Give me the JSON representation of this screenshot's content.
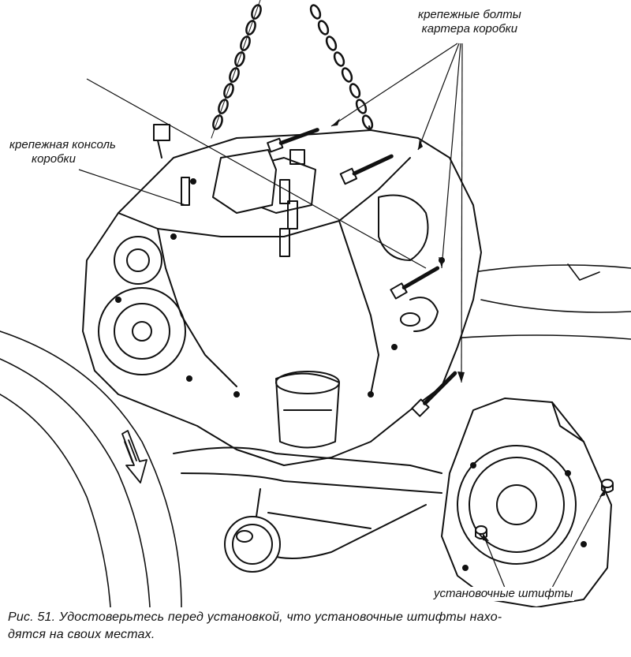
{
  "labels": {
    "mounting_bolts_line1": "крепежные болты",
    "mounting_bolts_line2": "картера коробки",
    "mounting_bracket_line1": "крепежная консоль",
    "mounting_bracket_line2": "коробки",
    "dowel_pins": "установочные штифты"
  },
  "caption": {
    "line1": "Рис. 51. Удостоверьтесь перед установкой, что установочные штифты нахо-",
    "line2": "дятся на своих местах."
  }
}
